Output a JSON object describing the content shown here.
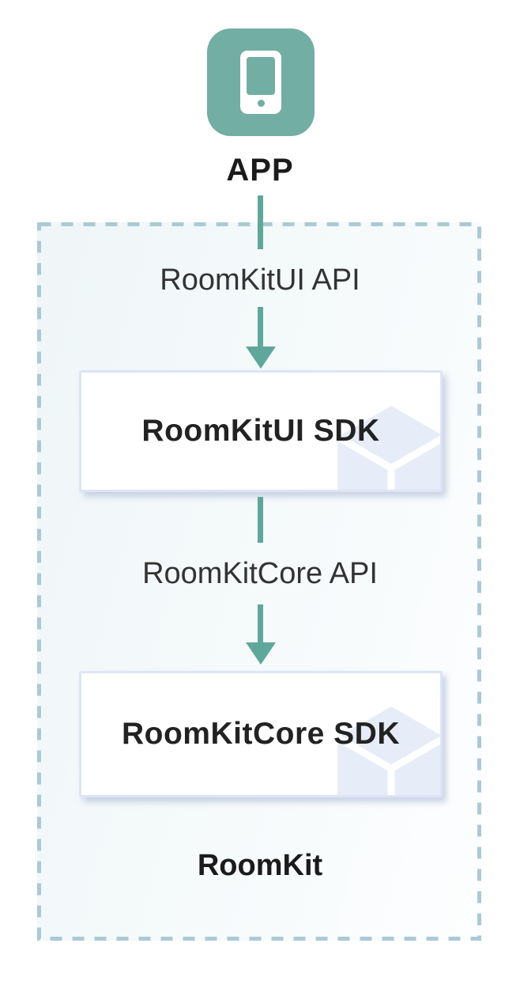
{
  "diagram": {
    "app": {
      "label": "APP",
      "icon": "mobile-phone-icon"
    },
    "connections": [
      {
        "api_label": "RoomKitUI API",
        "target": {
          "label": "RoomKitUI SDK",
          "icon": "cube-icon"
        }
      },
      {
        "api_label": "RoomKitCore API",
        "target": {
          "label": "RoomKitCore SDK",
          "icon": "cube-icon"
        }
      }
    ],
    "container": {
      "label": "RoomKit"
    },
    "colors": {
      "app_icon_teal": "#72aea4",
      "arrow_teal": "#5fa79b",
      "dashed_border_blue": "#abc9d6",
      "container_bg_tint": "#eff6f8",
      "box_border": "#dce4f6",
      "cube_fill": "#e6ecf8",
      "heading_text": "#1b1b1b",
      "label_text": "#333333"
    }
  }
}
